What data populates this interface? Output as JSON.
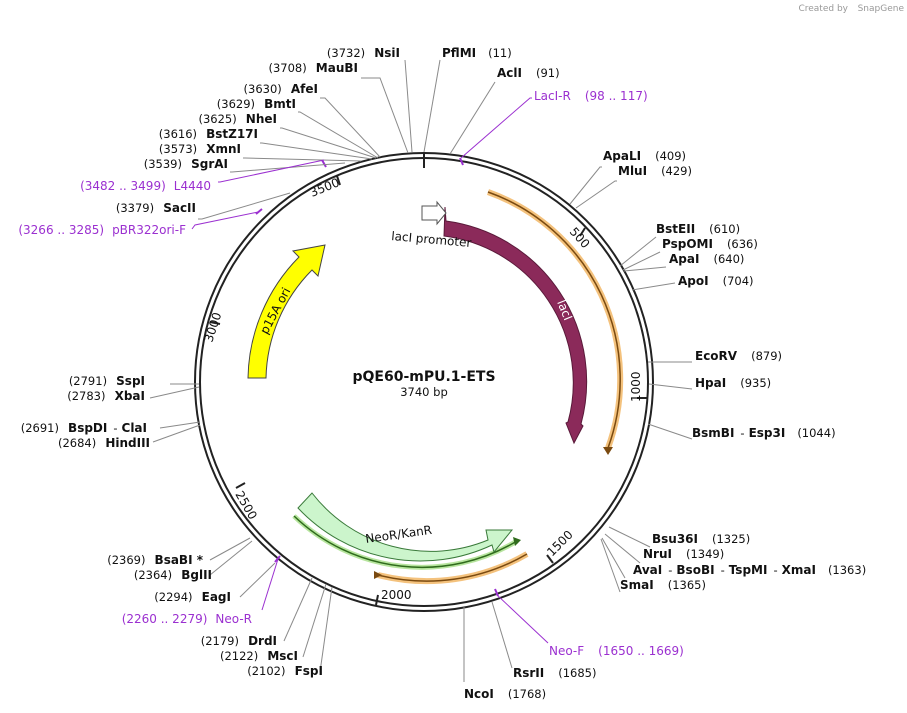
{
  "plasmid": {
    "name": "pQE60-mPU.1-ETS",
    "size_label": "3740 bp"
  },
  "credit": {
    "prefix": "Created by",
    "brand": "SnapGene"
  },
  "ticks": [
    "500",
    "1000",
    "1500",
    "2000",
    "2500",
    "3000",
    "3500"
  ],
  "features": {
    "lacI_promoter": "lacI promoter",
    "lacI": "lacI",
    "neo": "NeoR/KanR",
    "p15a": "p15A ori"
  },
  "enzymes": [
    {
      "name": "NsiI",
      "pos": "(3732)"
    },
    {
      "name": "MauBI",
      "pos": "(3708)"
    },
    {
      "name": "AfeI",
      "pos": "(3630)"
    },
    {
      "name": "BmtI",
      "pos": "(3629)"
    },
    {
      "name": "NheI",
      "pos": "(3625)"
    },
    {
      "name": "BstZ17I",
      "pos": "(3616)"
    },
    {
      "name": "XmnI",
      "pos": "(3573)"
    },
    {
      "name": "SgrAI",
      "pos": "(3539)"
    },
    {
      "name": "SacII",
      "pos": "(3379)"
    },
    {
      "name": "PflMI",
      "pos": "(11)"
    },
    {
      "name": "AclI",
      "pos": "(91)"
    },
    {
      "name": "ApaLI",
      "pos": "(409)"
    },
    {
      "name": "MluI",
      "pos": "(429)"
    },
    {
      "name": "BstEII",
      "pos": "(610)"
    },
    {
      "name": "PspOMI",
      "pos": "(636)"
    },
    {
      "name": "ApaI",
      "pos": "(640)"
    },
    {
      "name": "ApoI",
      "pos": "(704)"
    },
    {
      "name": "EcoRV",
      "pos": "(879)"
    },
    {
      "name": "HpaI",
      "pos": "(935)"
    },
    {
      "name": "BsmBI",
      "sep": "-",
      "name2": "Esp3I",
      "pos": "(1044)"
    },
    {
      "name": "Bsu36I",
      "pos": "(1325)"
    },
    {
      "name": "NruI",
      "pos": "(1349)"
    },
    {
      "name": "AvaI",
      "sep": "-",
      "name2": "BsoBI",
      "sep2": "-",
      "name3": "TspMI",
      "sep3": "-",
      "name4": "XmaI",
      "pos": "(1363)"
    },
    {
      "name": "SmaI",
      "pos": "(1365)"
    },
    {
      "name": "RsrII",
      "pos": "(1685)"
    },
    {
      "name": "NcoI",
      "pos": "(1768)"
    },
    {
      "name": "SspI",
      "pos": "(2791)"
    },
    {
      "name": "XbaI",
      "pos": "(2783)"
    },
    {
      "name": "BspDI",
      "sep": "-",
      "name2": "ClaI",
      "pos": "(2691)"
    },
    {
      "name": "HindIII",
      "pos": "(2684)"
    },
    {
      "name": "BsaBI *",
      "pos": "(2369)"
    },
    {
      "name": "BglII",
      "pos": "(2364)"
    },
    {
      "name": "EagI",
      "pos": "(2294)"
    },
    {
      "name": "DrdI",
      "pos": "(2179)"
    },
    {
      "name": "MscI",
      "pos": "(2122)"
    },
    {
      "name": "FspI",
      "pos": "(2102)"
    }
  ],
  "primers": [
    {
      "name": "LacI-R",
      "range": "(98 .. 117)"
    },
    {
      "name": "L4440",
      "range": "(3482 .. 3499)"
    },
    {
      "name": "pBR322ori-F",
      "range": "(3266 .. 3285)"
    },
    {
      "name": "Neo-F",
      "range": "(1650 .. 1669)"
    },
    {
      "name": "Neo-R",
      "range": "(2260 .. 2279)"
    }
  ],
  "colors": {
    "backbone": "#222222",
    "lacI": "#8b2a5a",
    "p15a": "#ffff00",
    "neo": "#ccf5cc",
    "orange_primer_arc": "#e9a33a",
    "primer": "#9b30d0",
    "leader": "#8a8a8a"
  }
}
